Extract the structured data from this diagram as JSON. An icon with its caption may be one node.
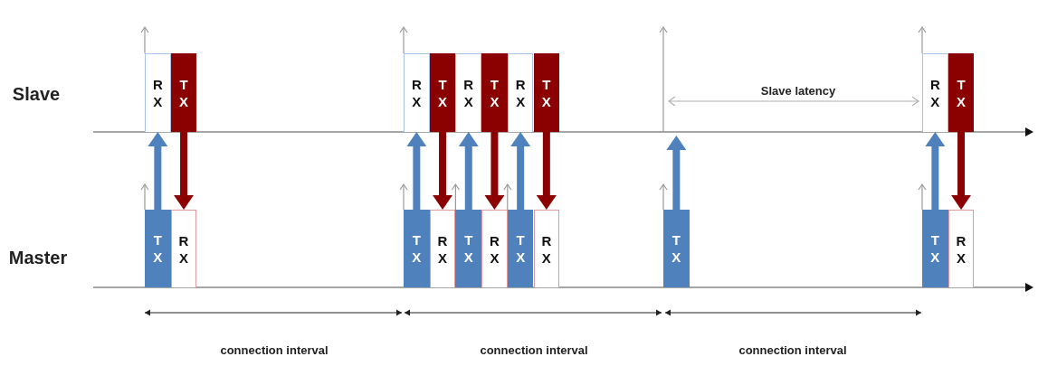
{
  "diagram": {
    "nodes": [
      {
        "text": [
          "RX"
        ]
      },
      {
        "text": [
          "TX"
        ]
      },
      {
        "text": [
          "RX"
        ]
      },
      {
        "text": [
          "TX"
        ]
      },
      {
        "text": [
          "RX"
        ]
      },
      {
        "text": [
          "TX"
        ]
      },
      {
        "text": [
          "RX"
        ]
      },
      {
        "text": [
          "TX"
        ]
      },
      {
        "text": [
          "RX"
        ]
      },
      {
        "text": [
          "TX"
        ]
      },
      {
        "text": [
          "TX"
        ]
      },
      {
        "text": [
          "RX"
        ]
      },
      {
        "text": [
          "TX"
        ]
      },
      {
        "text": [
          "RX"
        ]
      },
      {
        "text": [
          "TX"
        ]
      },
      {
        "text": [
          "RX"
        ]
      },
      {
        "text": [
          "TX"
        ]
      },
      {
        "text": [
          "RX"
        ]
      },
      {
        "text": [
          "TX"
        ]
      },
      {
        "text": [
          "TX"
        ]
      },
      {
        "text": [
          "RX"
        ]
      }
    ],
    "edges": [
      {
        "from": 10,
        "to": 0,
        "arrow": "to"
      },
      {
        "from": 1,
        "to": 11,
        "arrow": "to",
        "color": "#8b0000"
      },
      {
        "from": 12,
        "to": 2,
        "arrow": "to"
      },
      {
        "from": 3,
        "to": 13,
        "arrow": "to",
        "color": "#8b0000"
      },
      {
        "from": 14,
        "to": 4,
        "arrow": "to"
      },
      {
        "from": 5,
        "to": 15,
        "arrow": "to",
        "color": "#8b0000"
      },
      {
        "from": 16,
        "to": 6,
        "arrow": "to"
      },
      {
        "from": 7,
        "to": 17,
        "arrow": "to",
        "color": "#8b0000"
      },
      {
        "from": 18,
        "to": null,
        "arrow": "to"
      },
      {
        "from": 19,
        "to": 8,
        "arrow": "to"
      },
      {
        "from": 9,
        "to": 20,
        "arrow": "to",
        "color": "#8b0000"
      }
    ],
    "labels": [
      "Slave",
      "Slave latency",
      "Master",
      "connection interval",
      "connection interval",
      "connection interval"
    ]
  }
}
